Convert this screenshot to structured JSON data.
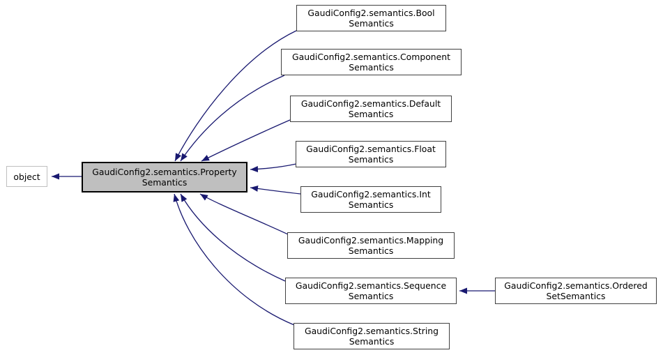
{
  "diagram_type": "class-inheritance-graph",
  "colors": {
    "arrow": "#191970",
    "node_fill": "#ffffff",
    "node_border": "#404040",
    "highlight_fill": "#bfbfbf",
    "highlight_border": "#000000",
    "external_border": "#bfbfbf",
    "text": "#000000",
    "background": "#ffffff"
  },
  "nodes": {
    "object": {
      "line1": "object"
    },
    "property": {
      "line1": "GaudiConfig2.semantics.Property",
      "line2": "Semantics"
    },
    "bool": {
      "line1": "GaudiConfig2.semantics.Bool",
      "line2": "Semantics"
    },
    "component": {
      "line1": "GaudiConfig2.semantics.Component",
      "line2": "Semantics"
    },
    "default": {
      "line1": "GaudiConfig2.semantics.Default",
      "line2": "Semantics"
    },
    "float": {
      "line1": "GaudiConfig2.semantics.Float",
      "line2": "Semantics"
    },
    "int": {
      "line1": "GaudiConfig2.semantics.Int",
      "line2": "Semantics"
    },
    "mapping": {
      "line1": "GaudiConfig2.semantics.Mapping",
      "line2": "Semantics"
    },
    "sequence": {
      "line1": "GaudiConfig2.semantics.Sequence",
      "line2": "Semantics"
    },
    "string": {
      "line1": "GaudiConfig2.semantics.String",
      "line2": "Semantics"
    },
    "orderedset": {
      "line1": "GaudiConfig2.semantics.Ordered",
      "line2": "SetSemantics"
    }
  },
  "edges": [
    {
      "from": "GaudiConfig2.semantics.PropertySemantics",
      "to": "object",
      "relation": "inherits"
    },
    {
      "from": "GaudiConfig2.semantics.BoolSemantics",
      "to": "GaudiConfig2.semantics.PropertySemantics",
      "relation": "inherits"
    },
    {
      "from": "GaudiConfig2.semantics.ComponentSemantics",
      "to": "GaudiConfig2.semantics.PropertySemantics",
      "relation": "inherits"
    },
    {
      "from": "GaudiConfig2.semantics.DefaultSemantics",
      "to": "GaudiConfig2.semantics.PropertySemantics",
      "relation": "inherits"
    },
    {
      "from": "GaudiConfig2.semantics.FloatSemantics",
      "to": "GaudiConfig2.semantics.PropertySemantics",
      "relation": "inherits"
    },
    {
      "from": "GaudiConfig2.semantics.IntSemantics",
      "to": "GaudiConfig2.semantics.PropertySemantics",
      "relation": "inherits"
    },
    {
      "from": "GaudiConfig2.semantics.MappingSemantics",
      "to": "GaudiConfig2.semantics.PropertySemantics",
      "relation": "inherits"
    },
    {
      "from": "GaudiConfig2.semantics.SequenceSemantics",
      "to": "GaudiConfig2.semantics.PropertySemantics",
      "relation": "inherits"
    },
    {
      "from": "GaudiConfig2.semantics.StringSemantics",
      "to": "GaudiConfig2.semantics.PropertySemantics",
      "relation": "inherits"
    },
    {
      "from": "GaudiConfig2.semantics.OrderedSetSemantics",
      "to": "GaudiConfig2.semantics.SequenceSemantics",
      "relation": "inherits"
    }
  ]
}
